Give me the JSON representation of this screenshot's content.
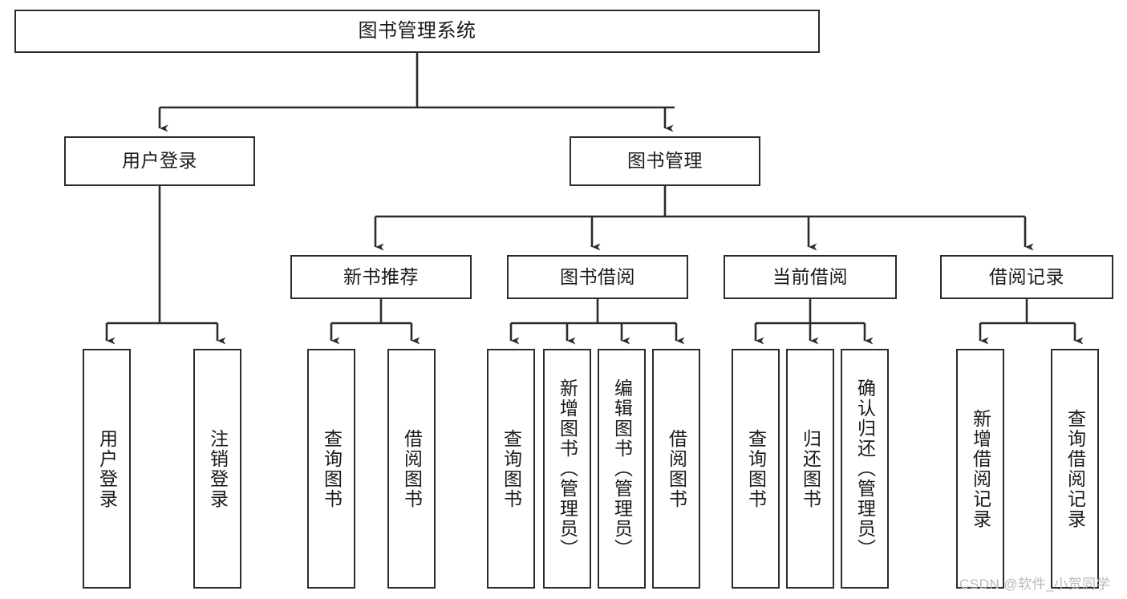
{
  "diagram": {
    "title": "图书管理系统",
    "type": "functional-structure-tree",
    "colors": {
      "box_border": "#2b2b2b",
      "box_fill": "#ffffff",
      "connector": "#2b2b2b",
      "background": "#ffffff",
      "watermark": "#b9b9b9"
    },
    "root": {
      "label": "图书管理系统"
    },
    "level2": [
      {
        "label": "用户登录"
      },
      {
        "label": "图书管理"
      }
    ],
    "level3": [
      {
        "label": "新书推荐"
      },
      {
        "label": "图书借阅"
      },
      {
        "label": "当前借阅"
      },
      {
        "label": "借阅记录"
      }
    ],
    "leaves": {
      "user_login": [
        {
          "label": "用户登录"
        },
        {
          "label": "注销登录"
        }
      ],
      "new_book_recommend": [
        {
          "label": "查询图书"
        },
        {
          "label": "借阅图书"
        }
      ],
      "book_borrow": [
        {
          "label": "查询图书"
        },
        {
          "label": "新增图书（管理员）"
        },
        {
          "label": "编辑图书（管理员）"
        },
        {
          "label": "借阅图书"
        }
      ],
      "current_borrow": [
        {
          "label": "查询图书"
        },
        {
          "label": "归还图书"
        },
        {
          "label": "确认归还（管理员）"
        }
      ],
      "borrow_record": [
        {
          "label": "新增借阅记录"
        },
        {
          "label": "查询借阅记录"
        }
      ]
    },
    "watermark": {
      "text": "CSDN @软件_小贺同学"
    }
  },
  "chart_data": {
    "type": "table",
    "title": "图书管理系统 功能结构图",
    "nodes": [
      {
        "id": "root",
        "label": "图书管理系统",
        "level": 1,
        "parent": null
      },
      {
        "id": "n-user-login",
        "label": "用户登录",
        "level": 2,
        "parent": "root"
      },
      {
        "id": "n-book-manage",
        "label": "图书管理",
        "level": 2,
        "parent": "root"
      },
      {
        "id": "n-login-do",
        "label": "用户登录",
        "level": 3,
        "parent": "n-user-login"
      },
      {
        "id": "n-logout-do",
        "label": "注销登录",
        "level": 3,
        "parent": "n-user-login"
      },
      {
        "id": "n-new-book",
        "label": "新书推荐",
        "level": 3,
        "parent": "n-book-manage"
      },
      {
        "id": "n-book-borrow",
        "label": "图书借阅",
        "level": 3,
        "parent": "n-book-manage"
      },
      {
        "id": "n-cur-borrow",
        "label": "当前借阅",
        "level": 3,
        "parent": "n-book-manage"
      },
      {
        "id": "n-borrow-rec",
        "label": "借阅记录",
        "level": 3,
        "parent": "n-book-manage"
      },
      {
        "id": "n-nb-query",
        "label": "查询图书",
        "level": 4,
        "parent": "n-new-book"
      },
      {
        "id": "n-nb-borrow",
        "label": "借阅图书",
        "level": 4,
        "parent": "n-new-book"
      },
      {
        "id": "n-bb-query",
        "label": "查询图书",
        "level": 4,
        "parent": "n-book-borrow"
      },
      {
        "id": "n-bb-add",
        "label": "新增图书（管理员）",
        "level": 4,
        "parent": "n-book-borrow"
      },
      {
        "id": "n-bb-edit",
        "label": "编辑图书（管理员）",
        "level": 4,
        "parent": "n-book-borrow"
      },
      {
        "id": "n-bb-borrow",
        "label": "借阅图书",
        "level": 4,
        "parent": "n-book-borrow"
      },
      {
        "id": "n-cb-query",
        "label": "查询图书",
        "level": 4,
        "parent": "n-cur-borrow"
      },
      {
        "id": "n-cb-return",
        "label": "归还图书",
        "level": 4,
        "parent": "n-cur-borrow"
      },
      {
        "id": "n-cb-confirm",
        "label": "确认归还（管理员）",
        "level": 4,
        "parent": "n-cur-borrow"
      },
      {
        "id": "n-br-add",
        "label": "新增借阅记录",
        "level": 4,
        "parent": "n-borrow-rec"
      },
      {
        "id": "n-br-query",
        "label": "查询借阅记录",
        "level": 4,
        "parent": "n-borrow-rec"
      }
    ]
  }
}
